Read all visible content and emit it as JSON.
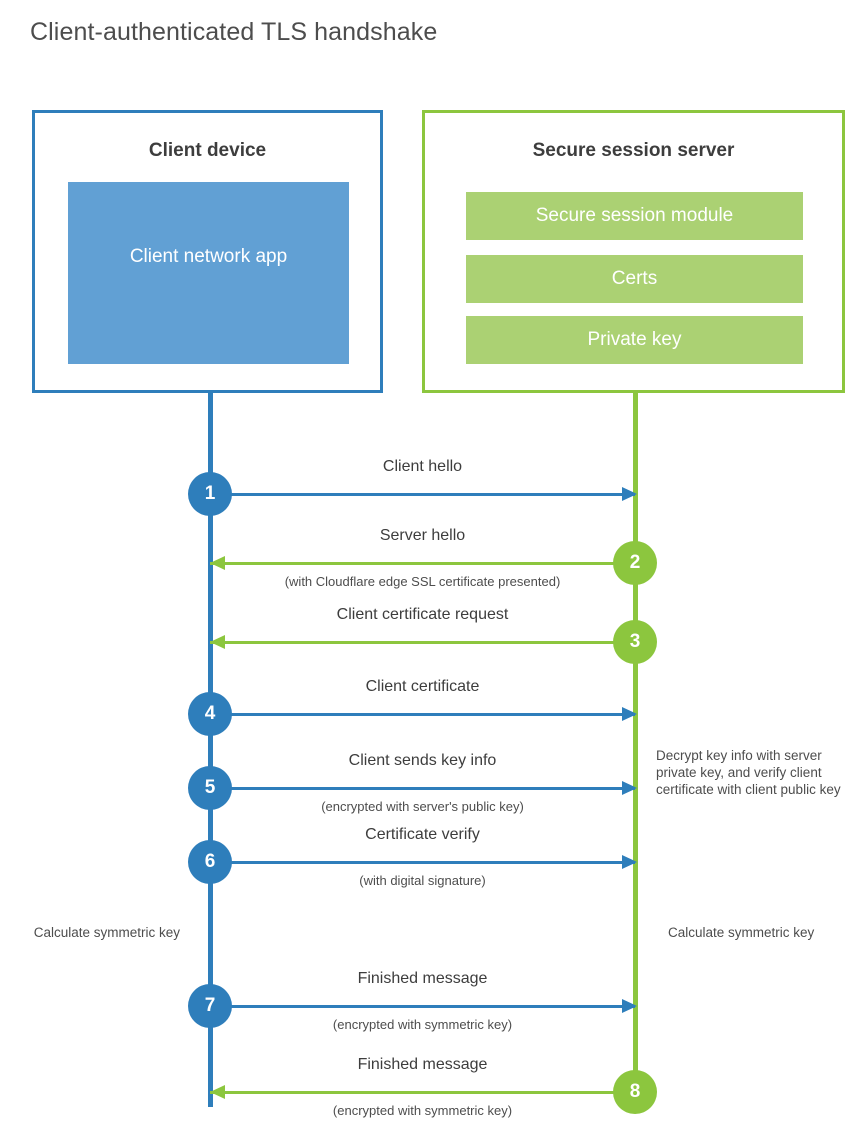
{
  "title": "Client-authenticated TLS handshake",
  "colors": {
    "client_blue": "#2e7ebb",
    "client_app_fill": "#61a0d4",
    "server_green": "#8cc63e",
    "server_bar_fill": "#abd173",
    "text_gray": "#4d4d4d"
  },
  "client": {
    "title": "Client device",
    "app_label": "Client network app"
  },
  "server": {
    "title": "Secure session server",
    "components": [
      "Secure session module",
      "Certs",
      "Private key"
    ]
  },
  "steps": [
    {
      "number": "1",
      "label": "Client hello",
      "sublabel": "",
      "direction": "to-server",
      "origin": "client"
    },
    {
      "number": "2",
      "label": "Server hello",
      "sublabel": "(with Cloudflare edge SSL certificate presented)",
      "direction": "to-client",
      "origin": "server"
    },
    {
      "number": "3",
      "label": "Client certificate request",
      "sublabel": "",
      "direction": "to-client",
      "origin": "server"
    },
    {
      "number": "4",
      "label": "Client certificate",
      "sublabel": "",
      "direction": "to-server",
      "origin": "client"
    },
    {
      "number": "5",
      "label": "Client sends key info",
      "sublabel": "(encrypted with server's public key)",
      "direction": "to-server",
      "origin": "client"
    },
    {
      "number": "6",
      "label": "Certificate verify",
      "sublabel": "(with digital signature)",
      "direction": "to-server",
      "origin": "client"
    },
    {
      "number": "7",
      "label": "Finished message",
      "sublabel": "(encrypted with symmetric key)",
      "direction": "to-server",
      "origin": "client"
    },
    {
      "number": "8",
      "label": "Finished message",
      "sublabel": "(encrypted with symmetric key)",
      "direction": "to-client",
      "origin": "server"
    }
  ],
  "annotations": {
    "decrypt_note": "Decrypt key info with server private key, and verify client certificate with client public key",
    "calculate_left": "Calculate symmetric key",
    "calculate_right": "Calculate symmetric key"
  }
}
